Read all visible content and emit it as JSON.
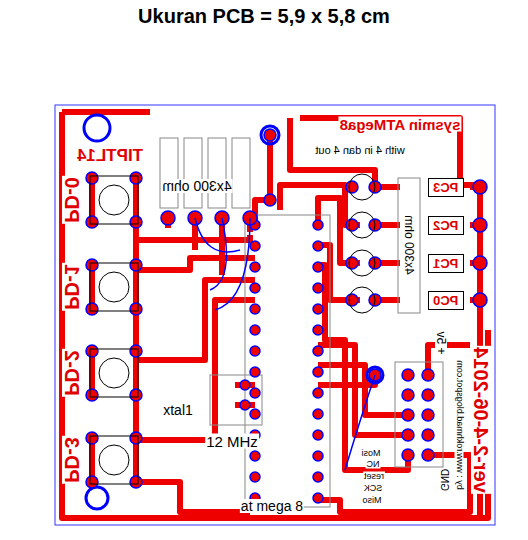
{
  "diagram": {
    "title": "Ukuran PCB = 5,9 x 5,8 cm",
    "nodes": [
      {
        "text": [
          "PC3"
        ]
      },
      {
        "text": [
          "PC2"
        ]
      },
      {
        "text": [
          "PC1"
        ]
      },
      {
        "text": [
          "PC0"
        ]
      }
    ],
    "labels": [
      "sysmin ATMega8",
      "with 4 in dan 4 out",
      "TIPTL14",
      "4x300 ohm",
      "4x300 ohm",
      "PD-0",
      "PD-1",
      "PD-2",
      "PD-3",
      "xtal1",
      "12 MHz",
      "at mega 8",
      "+ 5v",
      "by : www.rokhmad.blogspot.com",
      "ver-2-4-06-2014",
      "Mosi",
      "NC",
      "reset",
      "SCK",
      "Miso",
      "GND"
    ]
  }
}
